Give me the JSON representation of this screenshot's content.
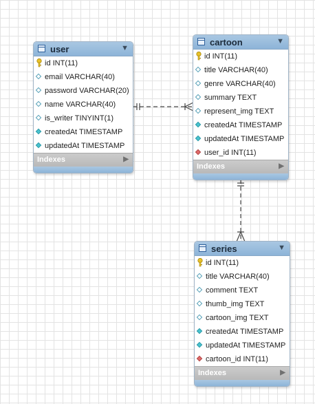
{
  "tables": {
    "user": {
      "title": "user",
      "indexes_label": "Indexes",
      "columns": [
        {
          "kind": "pk",
          "text": "id INT(11)"
        },
        {
          "kind": "plain",
          "text": "email VARCHAR(40)"
        },
        {
          "kind": "plain",
          "text": "password VARCHAR(20)"
        },
        {
          "kind": "plain",
          "text": "name VARCHAR(40)"
        },
        {
          "kind": "plain",
          "text": "is_writer TINYINT(1)"
        },
        {
          "kind": "ts",
          "text": "createdAt TIMESTAMP"
        },
        {
          "kind": "ts",
          "text": "updatedAt TIMESTAMP"
        }
      ]
    },
    "cartoon": {
      "title": "cartoon",
      "indexes_label": "Indexes",
      "columns": [
        {
          "kind": "pk",
          "text": "id INT(11)"
        },
        {
          "kind": "plain",
          "text": "title VARCHAR(40)"
        },
        {
          "kind": "plain",
          "text": "genre VARCHAR(40)"
        },
        {
          "kind": "plain",
          "text": "summary TEXT"
        },
        {
          "kind": "plain",
          "text": "represent_img TEXT"
        },
        {
          "kind": "ts",
          "text": "createdAt TIMESTAMP"
        },
        {
          "kind": "ts",
          "text": "updatedAt TIMESTAMP"
        },
        {
          "kind": "fk",
          "text": "user_id INT(11)"
        }
      ]
    },
    "series": {
      "title": "series",
      "indexes_label": "Indexes",
      "columns": [
        {
          "kind": "pk",
          "text": "id INT(11)"
        },
        {
          "kind": "plain",
          "text": "title VARCHAR(40)"
        },
        {
          "kind": "plain",
          "text": "comment TEXT"
        },
        {
          "kind": "plain",
          "text": "thumb_img TEXT"
        },
        {
          "kind": "plain",
          "text": "cartoon_img TEXT"
        },
        {
          "kind": "ts",
          "text": "createdAt TIMESTAMP"
        },
        {
          "kind": "ts",
          "text": "updatedAt TIMESTAMP"
        },
        {
          "kind": "fk",
          "text": "cartoon_id INT(11)"
        }
      ]
    }
  },
  "colors": {
    "header": "#8db4d8",
    "primary_key": "#e8c22a",
    "timestamp": "#49c4d0",
    "foreign_key": "#e06a6a",
    "relationship_line": "#444444"
  },
  "icons": {
    "table": "table-icon",
    "collapse": "chevron-down-icon",
    "expand_indexes": "play-arrow-icon",
    "primary_key": "key-icon",
    "column": "diamond-icon"
  }
}
